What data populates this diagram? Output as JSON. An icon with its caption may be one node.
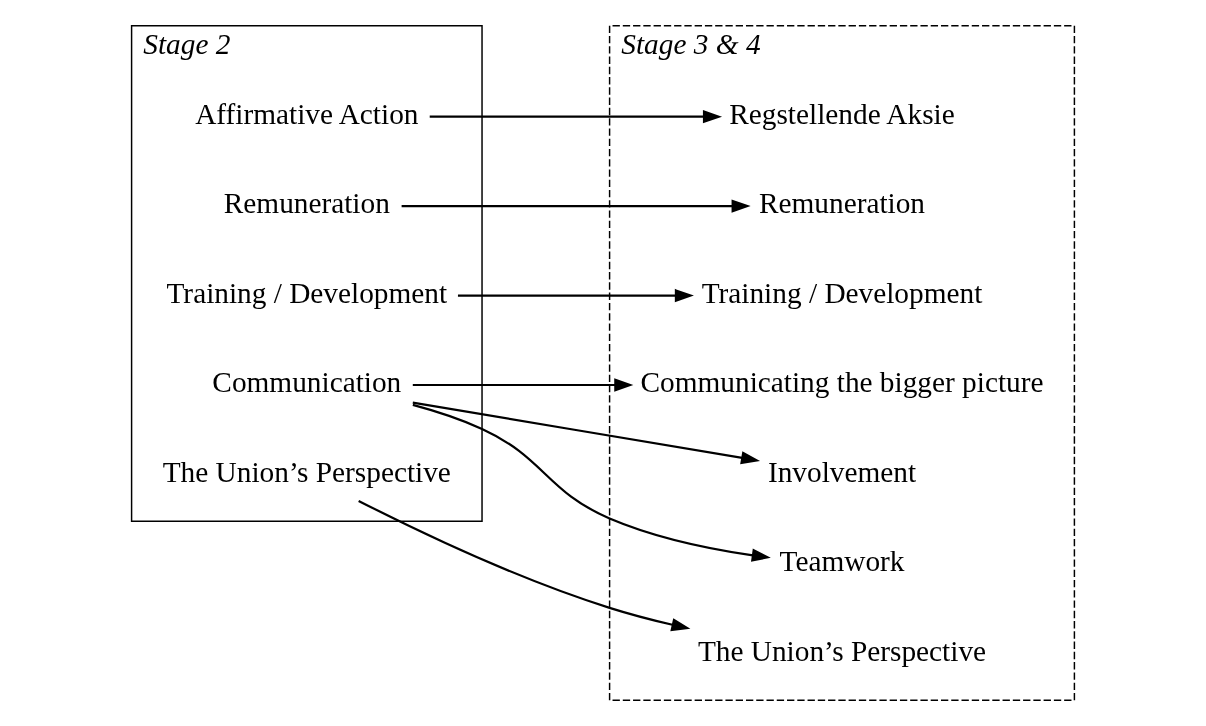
{
  "diagram": {
    "nodes": [
      {
        "text": [
          "Stage 2"
        ]
      },
      {
        "text": [
          "Affirmative Action"
        ],
        "in": 0
      },
      {
        "text": [
          "Remuneration"
        ],
        "in": 0
      },
      {
        "text": [
          "Training / Development"
        ],
        "in": 0
      },
      {
        "text": [
          "Communication"
        ],
        "in": 0
      },
      {
        "text": [
          "The Union’s Perspective"
        ],
        "in": 0
      },
      {
        "text": [
          "Stage 3 & 4"
        ]
      },
      {
        "text": [
          "Regstellende Aksie"
        ],
        "in": 6
      },
      {
        "text": [
          "Remuneration"
        ],
        "in": 6
      },
      {
        "text": [
          "Training / Development"
        ],
        "in": 6
      },
      {
        "text": [
          "Communicating the bigger picture"
        ],
        "in": 6
      },
      {
        "text": [
          "Involvement"
        ],
        "in": 6
      },
      {
        "text": [
          "Teamwork"
        ],
        "in": 6
      },
      {
        "text": [
          "The Union’s Perspective"
        ],
        "in": 6
      }
    ],
    "edges": [
      {
        "from": 1,
        "to": 7,
        "arrow": "to"
      },
      {
        "from": 2,
        "to": 8,
        "arrow": "to"
      },
      {
        "from": 3,
        "to": 9,
        "arrow": "to"
      },
      {
        "from": 4,
        "to": 10,
        "arrow": "to"
      },
      {
        "from": 4,
        "to": 11,
        "arrow": "to"
      },
      {
        "from": 4,
        "to": 12,
        "arrow": "to"
      },
      {
        "from": 5,
        "to": 13,
        "arrow": "to"
      }
    ]
  }
}
